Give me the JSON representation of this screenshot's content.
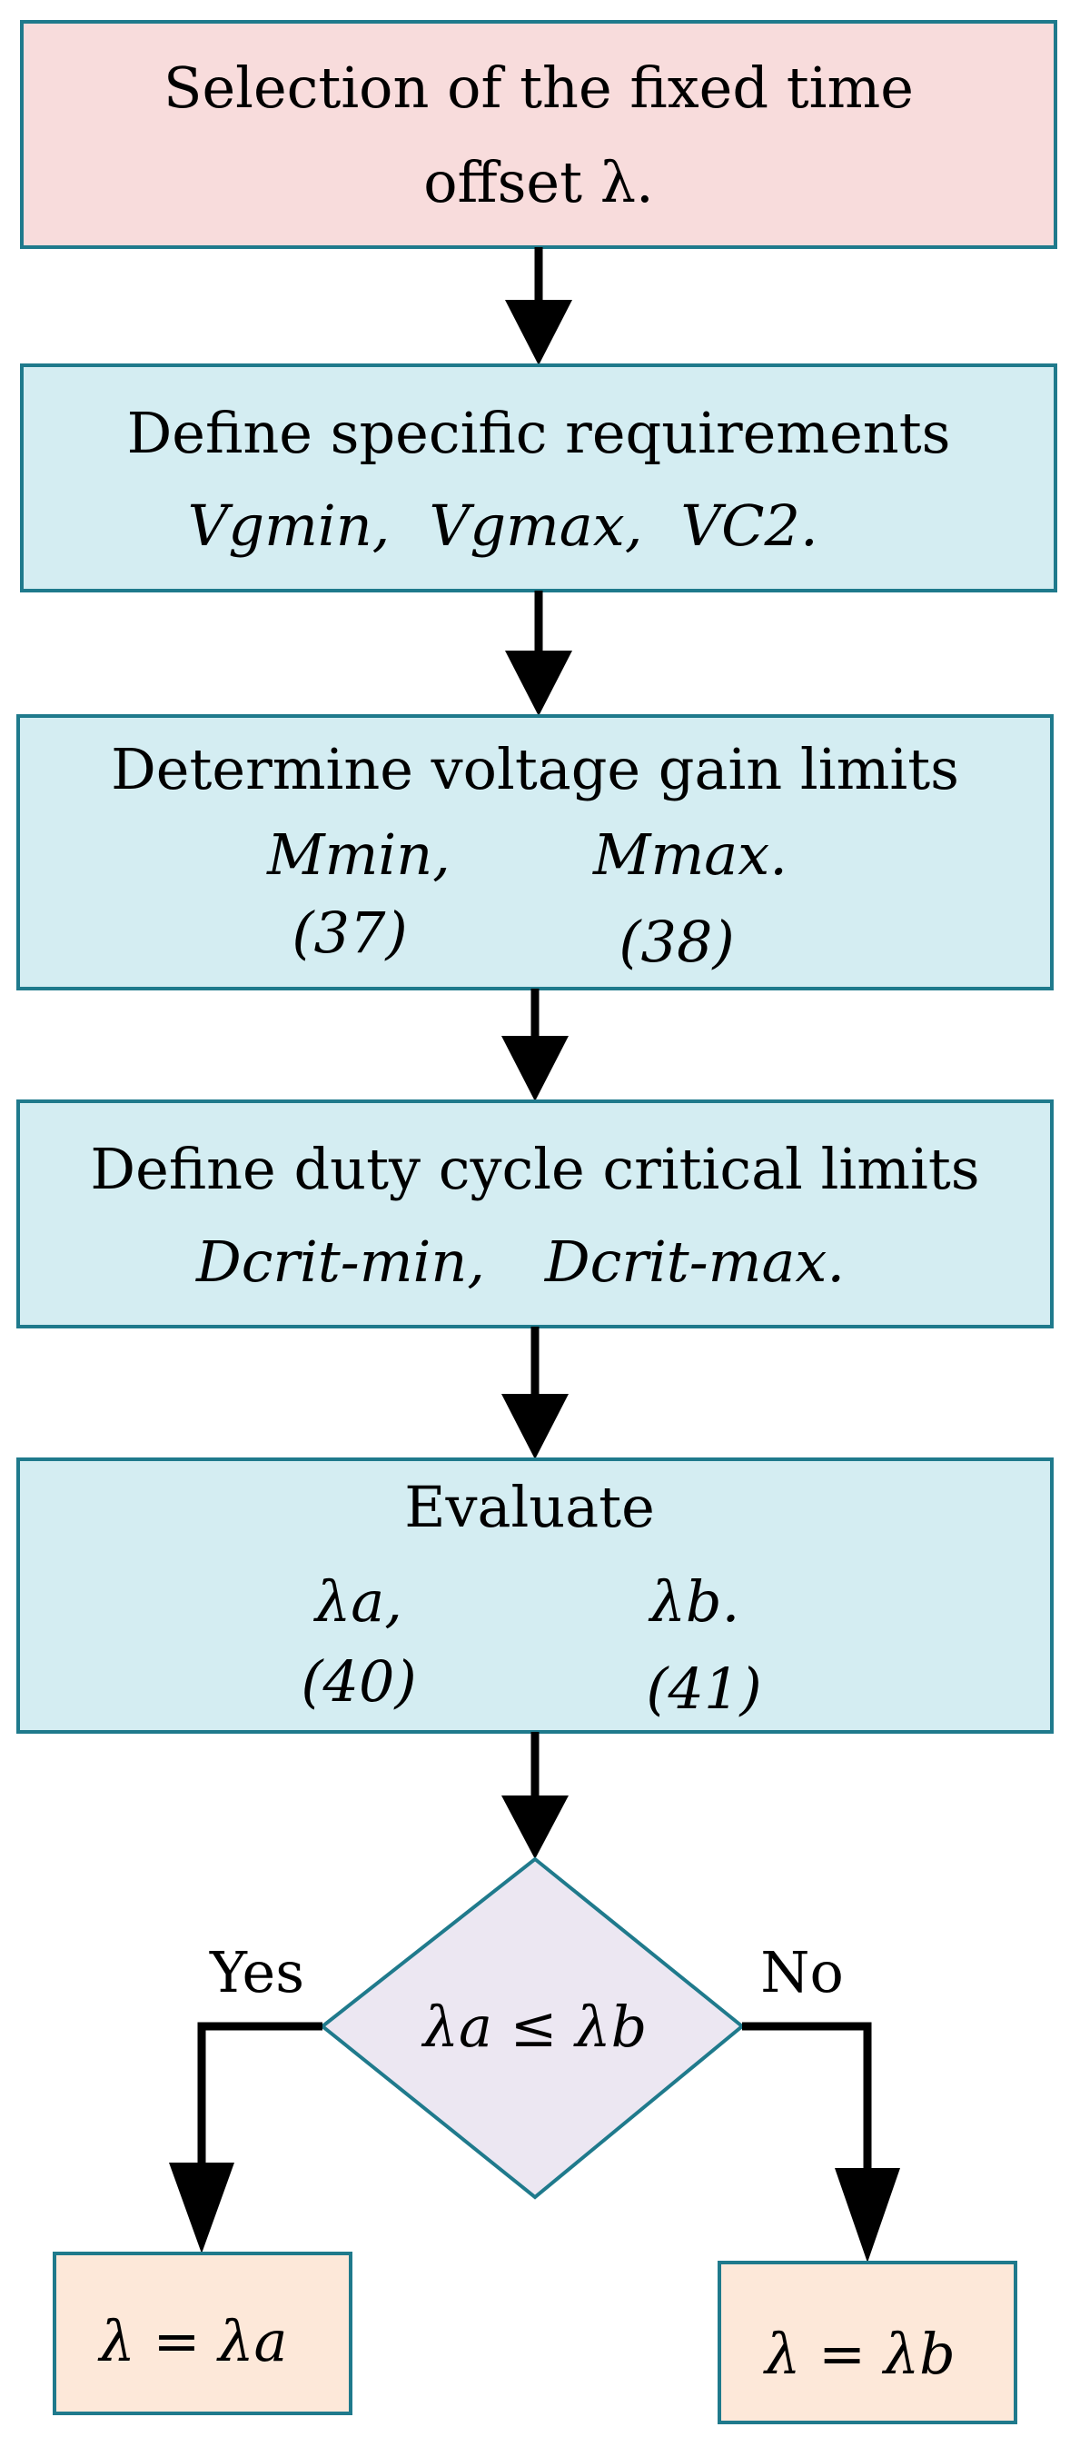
{
  "colors": {
    "border": "#1f7a8c",
    "start_fill": "#f8dcdc",
    "step_fill": "#d4edf2",
    "decision_fill": "#ece7f2",
    "end_fill": "#fde8d9",
    "arrow": "#000000"
  },
  "steps": [
    {
      "line1": "Selection of the fixed time",
      "line2": "offset λ."
    },
    {
      "title": "Define specific requirements",
      "vars": [
        "Vgmin,",
        "Vgmax,",
        "VC2."
      ]
    },
    {
      "title": "Determine voltage gain limits",
      "vars": [
        "Mmin,",
        "Mmax."
      ],
      "refs": [
        "(37)",
        "(38)"
      ]
    },
    {
      "title": "Define duty cycle critical limits",
      "vars": [
        "Dcrit-min,",
        "Dcrit-max."
      ]
    },
    {
      "title": "Evaluate",
      "vars": [
        "λa,",
        "λb."
      ],
      "refs": [
        "(40)",
        "(41)"
      ]
    }
  ],
  "decision": {
    "condition": "λa ≤ λb",
    "yes_label": "Yes",
    "no_label": "No"
  },
  "outcomes": {
    "yes_result": "λ = λa",
    "no_result": "λ = λb"
  }
}
